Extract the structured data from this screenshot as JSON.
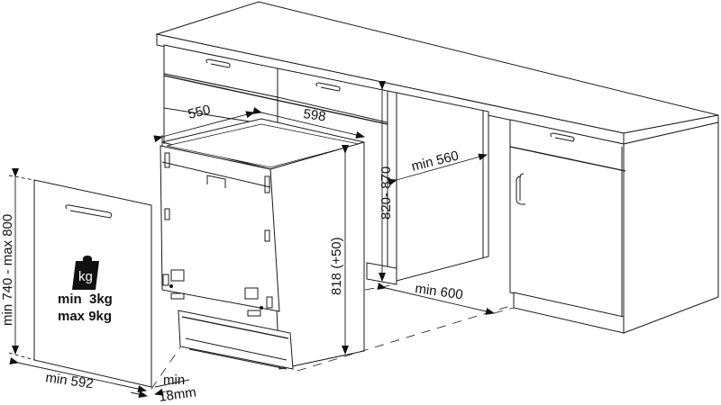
{
  "diagram": {
    "type": "dishwasher installation dimensions",
    "dimensions": {
      "depth": "550",
      "width": "598",
      "niche_depth": "min 560",
      "niche_height": "820- 870",
      "appliance_height": "818 (+50)",
      "floor_width": "min 600",
      "door_panel_height": "min 740 - max 800",
      "door_panel_width": "min 592",
      "door_panel_thickness_line1": "min",
      "door_panel_thickness_line2": "18mm"
    },
    "weight": {
      "icon_label": "kg",
      "min_label": "min  3kg",
      "max_label": "max 9kg"
    }
  }
}
